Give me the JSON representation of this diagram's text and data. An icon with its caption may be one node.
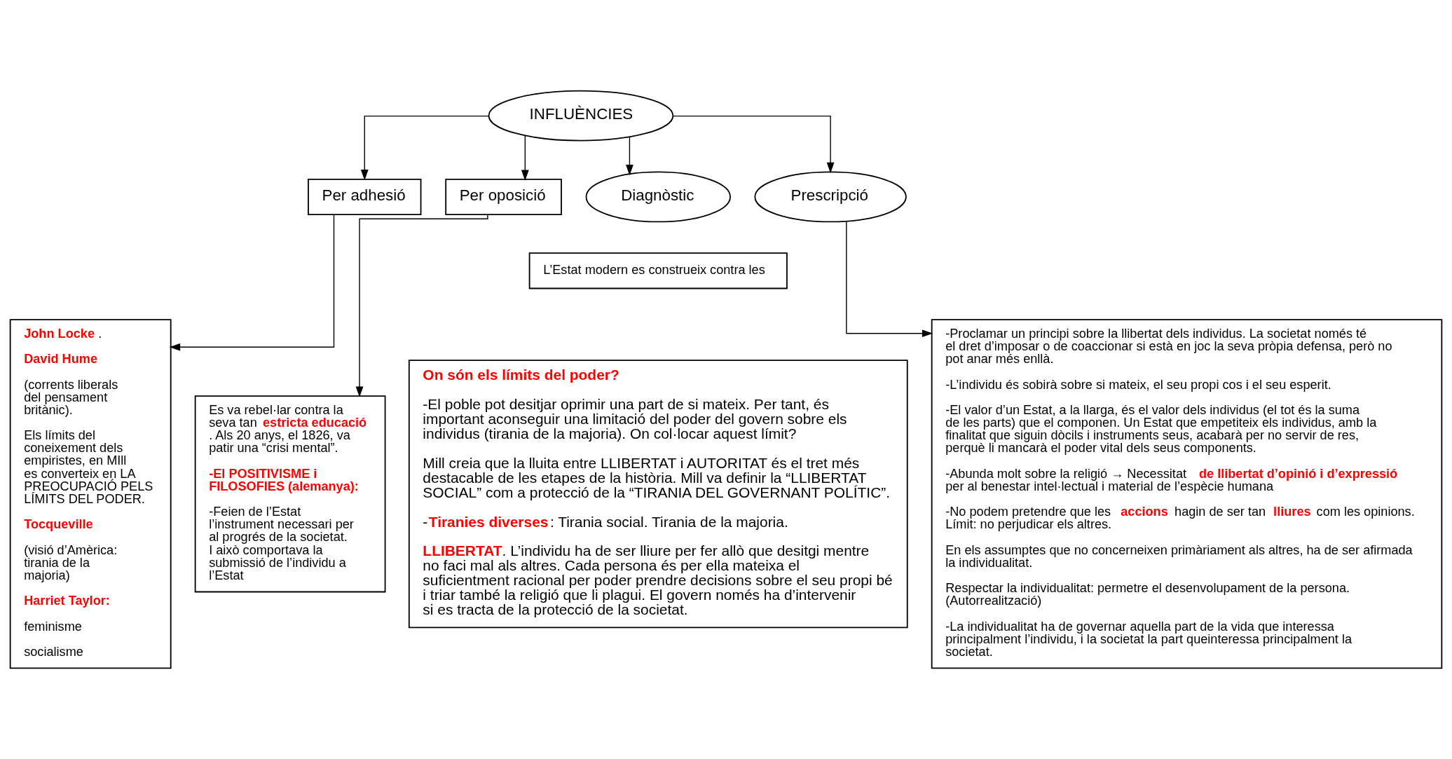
{
  "diagram": {
    "nodes": [
      {
        "text": [
          "INFLUÈNCIES"
        ]
      },
      {
        "text": [
          "Diagnòstic"
        ]
      },
      {
        "text": [
          "Prescripció"
        ]
      },
      {
        "text": [
          "Per adhesió"
        ]
      },
      {
        "text": [
          "Per oposició"
        ]
      },
      {
        "text": [
          "**John Locke**.",
          "**David Hume**",
          "(corrents liberals del pensament britànic).",
          "Els límits del coneixement dels empiristes, en MIll es converteix en LA PREOCUPACIÓ PELS LÍMITS DEL PODER.",
          "**Tocqueville**",
          "(visió d’Amèrica: tirania de la majoria)",
          "**Harriet Taylor:**",
          "feminisme",
          "socialisme"
        ]
      },
      {
        "text": [
          "Es va rebel·lar contra la seva tan **estricta educació**. Als 20 anys, el 1826, va patir una “crisi mental”.",
          "**-El POSITIVISME i FILOSOFIES (alemanya):**",
          "-Feien de l’Estat l’instrument necessari per al progrés de la societat. I això comportava la submissió de l’individu a l’Estat"
        ]
      },
      {
        "text": [
          "L’Estat modern es construeix contra les"
        ]
      },
      {
        "text": [
          "**On són els límits del poder?**",
          "-El poble pot desitjar oprimir una part de si mateix. Per tant, és important aconseguir una limitació del poder del govern sobre els individus (tirania de la majoria). On col·locar aquest límit?",
          "Mill creia que la lluita entre LLIBERTAT i AUTORITAT és el tret més destacable de les etapes de la història. Mill va definir la “LLIBERTAT SOCIAL” com a protecció de la “TIRANIA DEL GOVERNANT POLÍTIC”.",
          "-**Tiranies diverses**: Tirania social. Tirania de la majoria.",
          "**LLIBERTAT**. L’individu ha de ser lliure per fer allò que desitgi mentre no faci mal als altres. Cada persona és per ella mateixa el suficientment racional per poder prendre decisions sobre el seu propi bé i triar també la religió que li plagui. El govern només ha d’intervenir si es tracta de la protecció de la societat."
        ]
      },
      {
        "text": [
          "-Proclamar un principi sobre la llibertat dels individus. La societat només té el dret d’imposar o de coaccionar si està en joc la seva pròpia defensa, però no pot anar més enllà.",
          "-L’individu és sobirà sobre si mateix, el seu propi cos i el seu esperit.",
          "-El valor d’un Estat, a la llarga, és el valor dels individus (el tot és la suma de les parts) que el componen. Un Estat que empetiteix els individus, amb la finalitat que siguin dòcils i instruments seus, acabarà per no servir de res, perquè li mancarà el poder vital dels seus components.",
          "-Abunda molt sobre la religió → Necessitat **de llibertat d’opinió i d’expressió** per al benestar intel·lectual i material de l’espècie humana",
          "-No podem pretendre que les **accions** hagin de ser tan **lliures** com les opinions. Límit: no perjudicar els altres.",
          "En els assumptes que no concerneixen primàriament als altres, ha de ser afirmada la individualitat.",
          "Respectar la individualitat: permetre el desenvolupament de la persona. (Autorrealització)",
          "-La individualitat ha de governar aquella part de la vida que interessa principalment l’individu, i la societat la part queinteressa principalment la societat."
        ]
      }
    ],
    "edges": [
      {
        "from": 0,
        "to": 1,
        "arrow": "to"
      },
      {
        "from": 0,
        "to": 2,
        "arrow": "to"
      },
      {
        "from": 0,
        "to": 3,
        "arrow": "to"
      },
      {
        "from": 0,
        "to": 4,
        "arrow": "to"
      },
      {
        "from": 3,
        "to": 5,
        "arrow": "to"
      },
      {
        "from": 4,
        "to": 6,
        "arrow": "to"
      },
      {
        "from": 2,
        "to": 9,
        "arrow": "to"
      }
    ]
  }
}
